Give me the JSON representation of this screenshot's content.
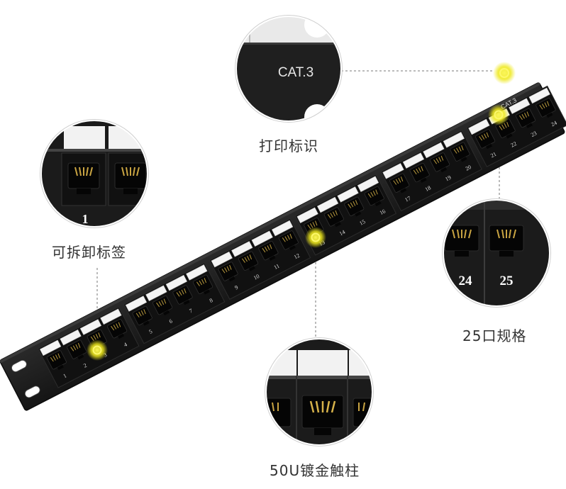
{
  "panel": {
    "cat_label": "CAT.3",
    "port_labels": [
      "1",
      "2",
      "3",
      "4",
      "5",
      "6",
      "7",
      "8",
      "9",
      "10",
      "11",
      "12",
      "13",
      "14",
      "15",
      "16",
      "17",
      "18",
      "19",
      "20",
      "21",
      "22",
      "23",
      "24",
      "25"
    ]
  },
  "callouts": {
    "print_label": {
      "caption": "打印标识",
      "zoom_text": "CAT.3"
    },
    "removable_label": {
      "caption": "可拆卸标签",
      "zoom_port": "1"
    },
    "port_spec": {
      "caption": "25口规格",
      "zoom_ports": [
        "24",
        "25"
      ]
    },
    "gold_pins": {
      "caption": "50U镀金触柱"
    }
  },
  "colors": {
    "panel": "#1c1c1c",
    "label_strip": "#f4f4f4",
    "highlight": "#f2ee1e",
    "leader_line": "#777777"
  }
}
